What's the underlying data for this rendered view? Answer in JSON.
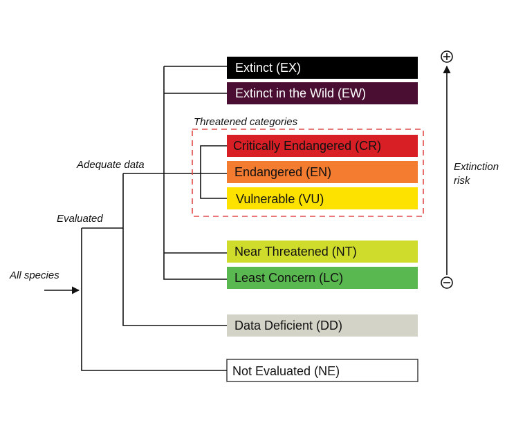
{
  "labels": {
    "all_species": "All species",
    "evaluated": "Evaluated",
    "adequate_data": "Adequate data",
    "threatened": "Threatened categories",
    "risk_line1": "Extinction",
    "risk_line2": "risk"
  },
  "risk_scale": {
    "high_icon": "plus-circle-icon",
    "low_icon": "minus-circle-icon"
  },
  "categories": {
    "ex": {
      "label": "Extinct (EX)",
      "color": "#000000",
      "text_color": "#ffffff"
    },
    "ew": {
      "label": "Extinct in the Wild (EW)",
      "color": "#4a0e33",
      "text_color": "#ffffff"
    },
    "cr": {
      "label": "Critically Endangered (CR)",
      "color": "#d91f26",
      "text_color": "#111111"
    },
    "en": {
      "label": "Endangered (EN)",
      "color": "#f47c30",
      "text_color": "#111111"
    },
    "vu": {
      "label": "Vulnerable (VU)",
      "color": "#fde200",
      "text_color": "#111111"
    },
    "nt": {
      "label": "Near Threatened (NT)",
      "color": "#cfdc2c",
      "text_color": "#111111"
    },
    "lc": {
      "label": "Least Concern (LC)",
      "color": "#5ab850",
      "text_color": "#111111"
    },
    "dd": {
      "label": "Data Deficient (DD)",
      "color": "#d3d3c8",
      "text_color": "#111111"
    },
    "ne": {
      "label": "Not Evaluated (NE)",
      "color": "#ffffff",
      "text_color": "#111111"
    }
  },
  "threatened_box_color": "#e24a4a"
}
